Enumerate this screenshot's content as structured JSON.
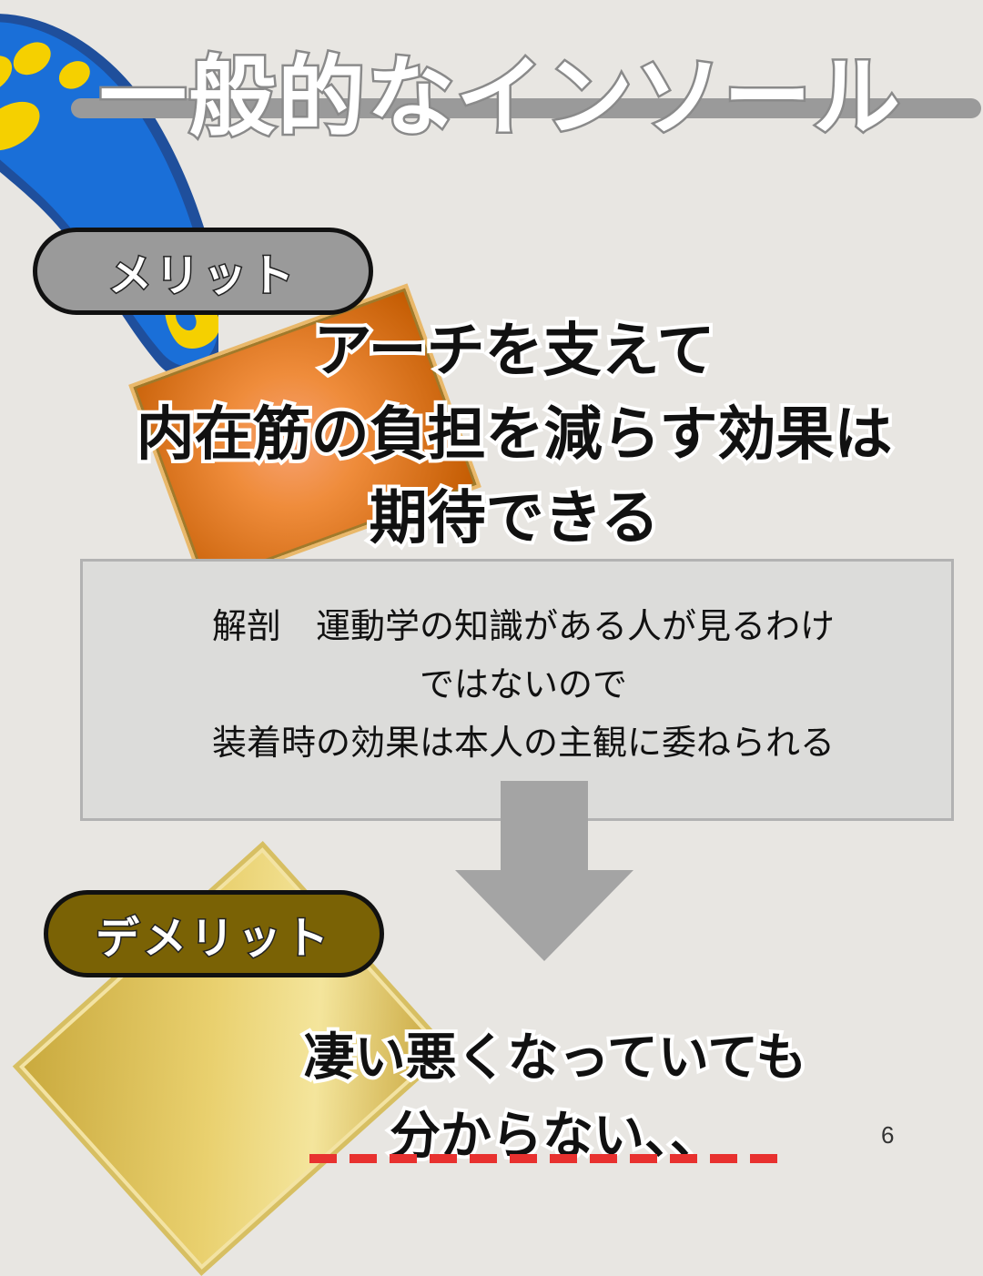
{
  "title": "一般的なインソール",
  "merit": {
    "label": "メリット",
    "lines": [
      "アーチを支えて",
      "内在筋の負担を減らす効果は",
      "期待できる"
    ]
  },
  "explanation": {
    "lines": [
      "解剖　運動学の知識がある人が見るわけ",
      "ではないので",
      "装着時の効果は本人の主観に委ねられる"
    ]
  },
  "demerit": {
    "label": "デメリット",
    "lines": [
      "凄い悪くなっていても",
      "分からない、、"
    ]
  },
  "page_number": "6",
  "colors": {
    "background": "#e8e6e2",
    "merit_pill": "#9a9a9a",
    "demerit_pill": "#7a6205",
    "insole_blue": "#1a6fd8",
    "insole_yellow": "#f5d000",
    "underline_red": "#e8312f"
  },
  "icons": [
    "insole-icon",
    "down-arrow-icon"
  ]
}
